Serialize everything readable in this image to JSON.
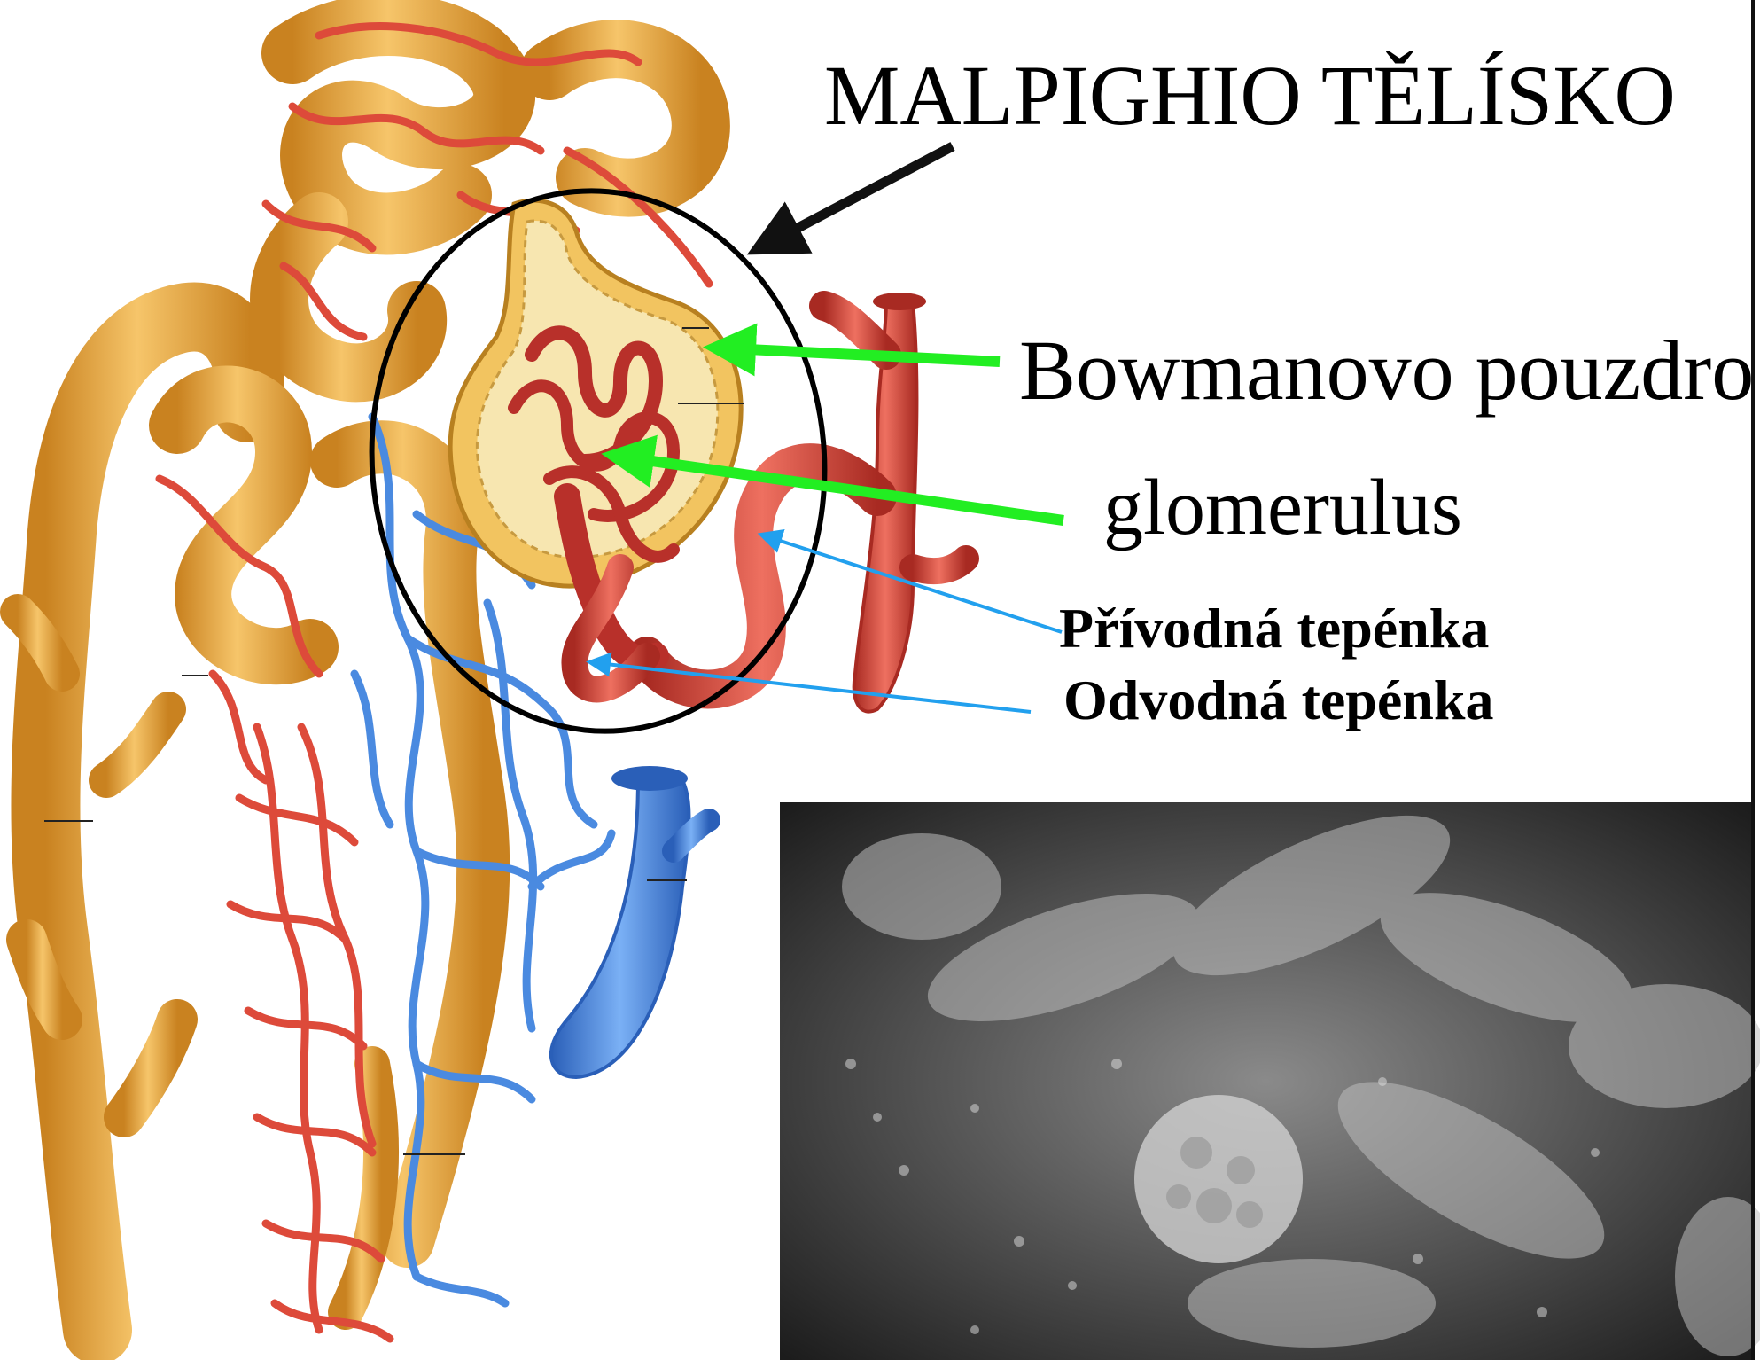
{
  "labels": {
    "title": "MALPIGHIO  TĚLÍSKO",
    "bowman": "Bowmanovo pouzdro",
    "glomerulus": "glomerulus",
    "afferent": "Přívodná tepénka",
    "efferent": "Odvodná tepénka"
  },
  "colors": {
    "tubule": "#eeaa44",
    "tubule_dark": "#c98220",
    "artery": "#dd4a3a",
    "artery_dark": "#a82a22",
    "vein": "#4a8ae0",
    "vein_dark": "#2a5fb8",
    "arrow_main": "#111111",
    "arrow_green": "#22ee22",
    "arrow_blue": "#22a0ee",
    "micrograph_bg": "#2a2a2a"
  }
}
